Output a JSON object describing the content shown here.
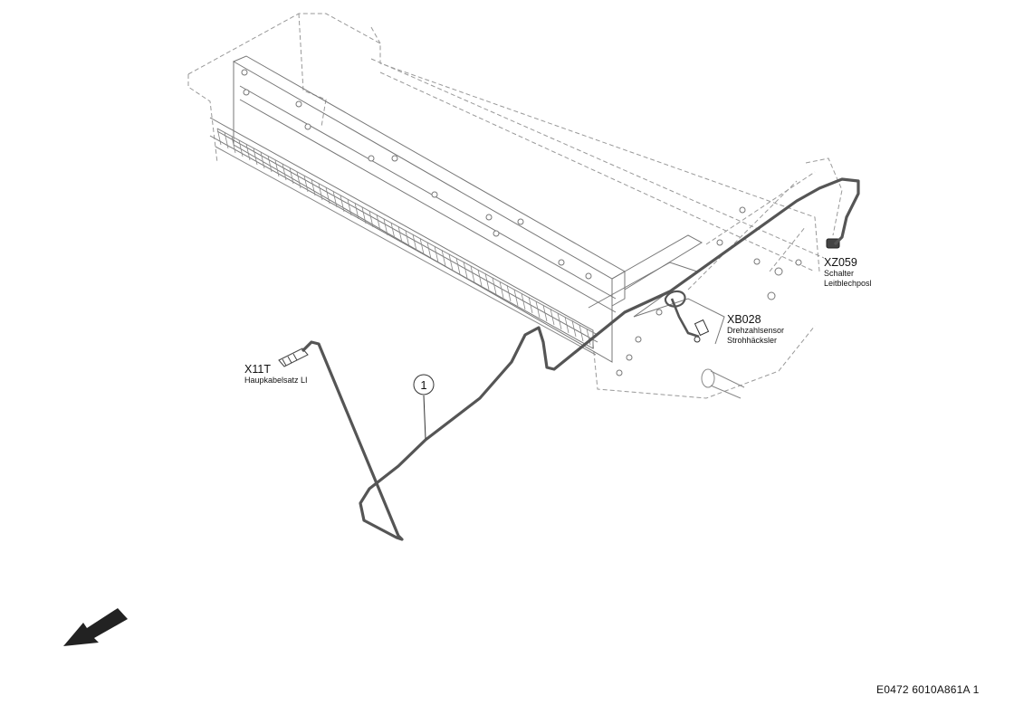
{
  "callouts": [
    {
      "id": "X11T",
      "line1": "Haupkabelsatz LI",
      "line2": ""
    },
    {
      "id": "XB028",
      "line1": "Drehzahlsensor",
      "line2": "Strohhäcksler"
    },
    {
      "id": "XZ059",
      "line1": "Schalter",
      "line2": "Leitblechposl"
    }
  ],
  "item_marker": "1",
  "reference_code": "E0472 6010A861A 1",
  "colors": {
    "cable": "#555555",
    "outline": "#666666",
    "dash": "#999999",
    "text": "#111111"
  },
  "icons": {
    "direction": "arrow-direction-icon"
  }
}
